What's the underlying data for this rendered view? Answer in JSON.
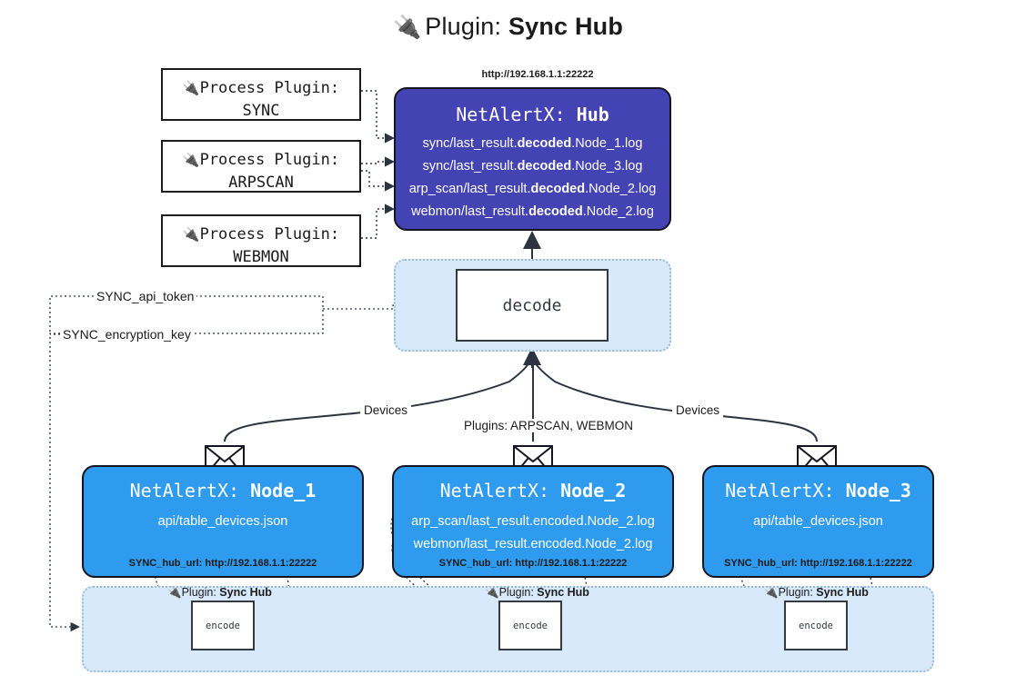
{
  "title": {
    "icon": "plug-icon",
    "prefix": "Plugin: ",
    "name": "Sync Hub"
  },
  "process_plugins": [
    {
      "icon": "plug-icon",
      "line1": "Process Plugin:",
      "line2": "SYNC"
    },
    {
      "icon": "plug-icon",
      "line1": "Process Plugin:",
      "line2": "ARPSCAN"
    },
    {
      "icon": "plug-icon",
      "line1": "Process Plugin:",
      "line2": "WEBMON"
    }
  ],
  "hub": {
    "url": "http://192.168.1.1:22222",
    "title_prefix": "NetAlertX: ",
    "title_name": "Hub",
    "fill_color": "#4343b3",
    "logs": [
      {
        "pre": "sync/last_result.",
        "mid": "decoded",
        "post": ".Node_1.log"
      },
      {
        "pre": "sync/last_result.",
        "mid": "decoded",
        "post": ".Node_3.log"
      },
      {
        "pre": "arp_scan/last_result.",
        "mid": "decoded",
        "post": ".Node_2.log"
      },
      {
        "pre": "webmon/last_result.",
        "mid": "decoded",
        "post": ".Node_2.log"
      }
    ]
  },
  "decode": {
    "label": "decode",
    "container_color": "#d7e9fb"
  },
  "keys": {
    "api_token": "SYNC_api_token",
    "encryption_key": "SYNC_encryption_key"
  },
  "edge_labels": {
    "devices_left": "Devices",
    "devices_right": "Devices",
    "plugins": "Plugins: ARPSCAN, WEBMON"
  },
  "nodes": [
    {
      "title_prefix": "NetAlertX: ",
      "title_name": "Node_1",
      "fill_color": "#2f9bef",
      "lines": [
        "api/table_devices.json"
      ],
      "footer": "SYNC_hub_url: http://192.168.1.1:22222",
      "icon": "envelope-icon"
    },
    {
      "title_prefix": "NetAlertX: ",
      "title_name": "Node_2",
      "fill_color": "#2f9bef",
      "lines": [
        "arp_scan/last_result.encoded.Node_2.log",
        "webmon/last_result.encoded.Node_2.log"
      ],
      "footer": "SYNC_hub_url: http://192.168.1.1:22222",
      "icon": "envelope-icon"
    },
    {
      "title_prefix": "NetAlertX: ",
      "title_name": "Node_3",
      "fill_color": "#2f9bef",
      "lines": [
        "api/table_devices.json"
      ],
      "footer": "SYNC_hub_url: http://192.168.1.1:22222",
      "icon": "envelope-icon"
    }
  ],
  "plugin_boxes": [
    {
      "label_prefix": "Plugin: ",
      "label_name": "Sync Hub",
      "box_label": "encode"
    },
    {
      "label_prefix": "Plugin: ",
      "label_name": "Sync Hub",
      "box_label": "encode"
    },
    {
      "label_prefix": "Plugin: ",
      "label_name": "Sync Hub",
      "box_label": "encode"
    }
  ]
}
